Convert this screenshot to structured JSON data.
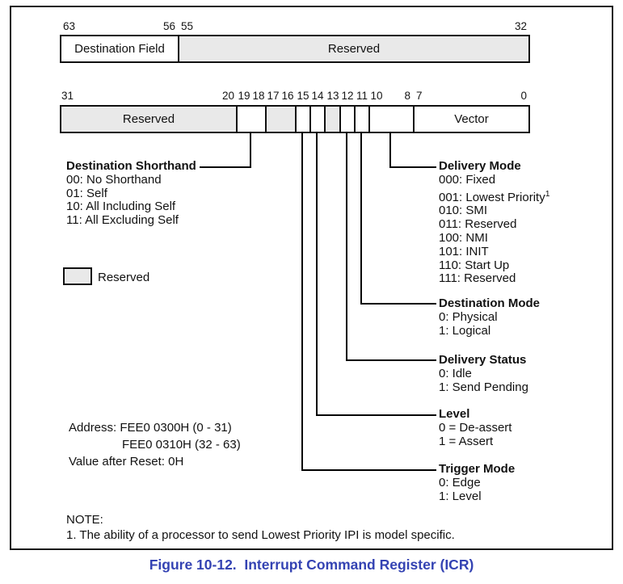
{
  "palette": {
    "reserved_fill": "#e9e9e9",
    "line_color": "#000000",
    "caption_color": "#3443b3"
  },
  "reg_high": {
    "ticks": [
      "63",
      "56",
      "55",
      "32"
    ],
    "cell_labels": {
      "destination_field": "Destination Field",
      "reserved": "Reserved"
    }
  },
  "reg_low": {
    "ticks": [
      "31",
      "20",
      "19",
      "18",
      "17",
      "16",
      "15",
      "14",
      "13",
      "12",
      "11",
      "10",
      "8",
      "7",
      "0"
    ],
    "cell_labels": {
      "reserved_31_20": "Reserved",
      "vector": "Vector"
    }
  },
  "blocks": {
    "destination_shorthand": {
      "title": "Destination Shorthand",
      "items": [
        "00: No Shorthand",
        "01: Self",
        "10: All Including Self",
        "11: All Excluding Self"
      ]
    },
    "delivery_mode": {
      "title": "Delivery Mode",
      "items": [
        "000: Fixed",
        "001: Lowest Priority",
        "010: SMI",
        "011: Reserved",
        "100: NMI",
        "101: INIT",
        "110: Start Up",
        "111: Reserved"
      ],
      "footnote_marker": "1"
    },
    "destination_mode": {
      "title": "Destination Mode",
      "items": [
        "0: Physical",
        "1: Logical"
      ]
    },
    "delivery_status": {
      "title": "Delivery Status",
      "items": [
        "0: Idle",
        "1: Send Pending"
      ]
    },
    "level": {
      "title": "Level",
      "items": [
        "0 = De-assert",
        "1 = Assert"
      ]
    },
    "trigger_mode": {
      "title": "Trigger Mode",
      "items": [
        "0: Edge",
        "1: Level"
      ]
    }
  },
  "legend": {
    "label": "Reserved"
  },
  "address": {
    "line1": "Address: FEE0 0300H (0 - 31)",
    "line2": "FEE0 0310H (32 - 63)",
    "line3": "Value after Reset: 0H"
  },
  "note": {
    "title": "NOTE:",
    "body": "1. The ability of a processor to send Lowest Priority IPI is model specific."
  },
  "caption": "Figure 10-12.  Interrupt Command Register (ICR)"
}
